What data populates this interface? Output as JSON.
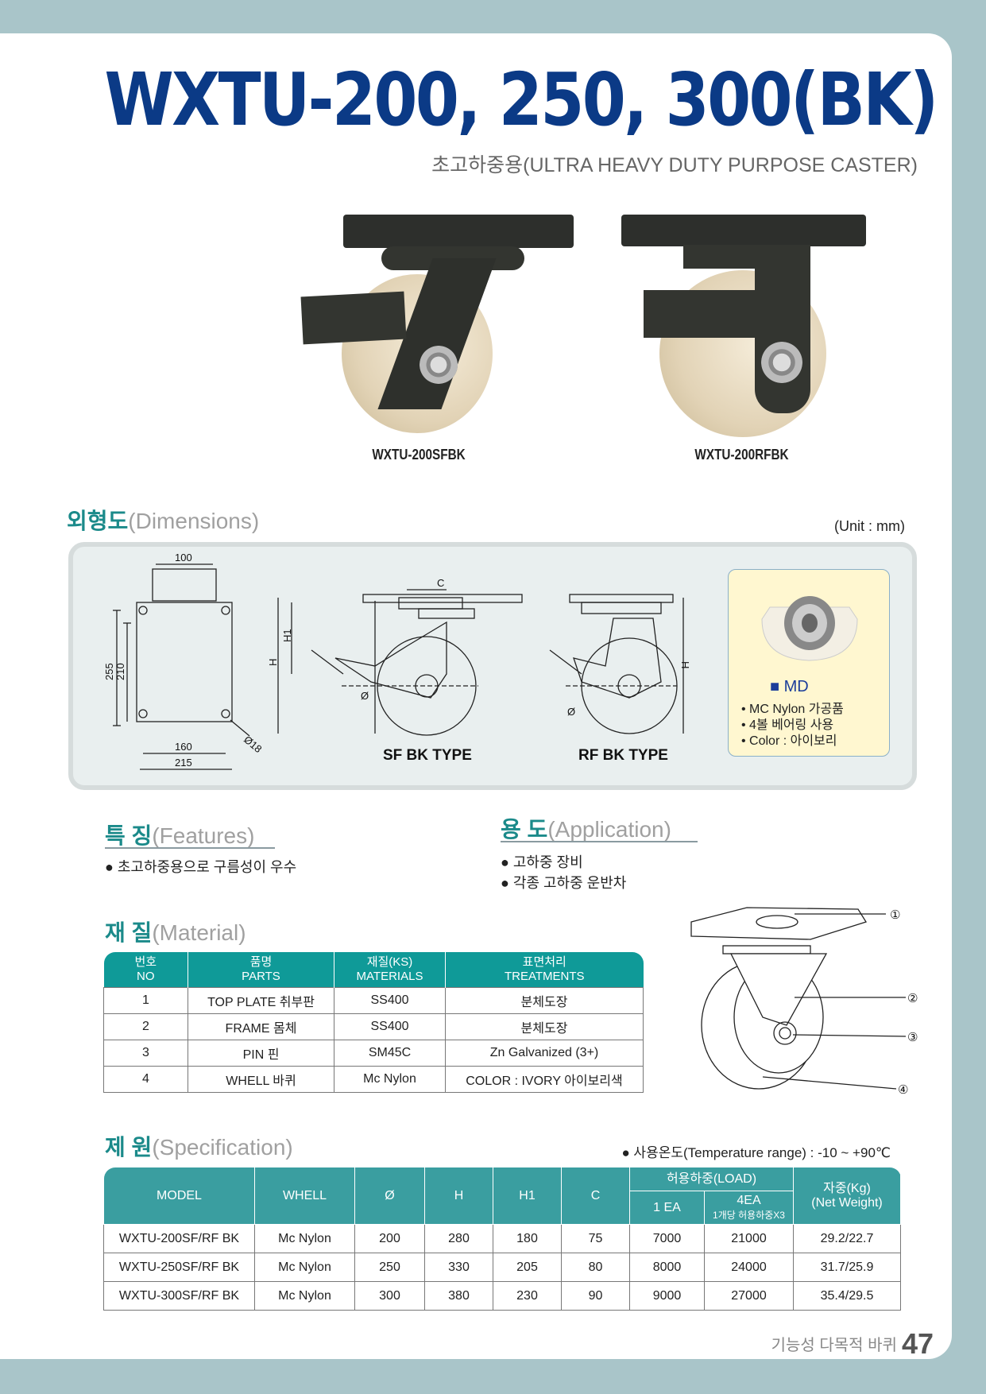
{
  "header": {
    "title": "WXTU-200, 250, 300(BK)",
    "subtitle": "초고하중용(ULTRA HEAVY DUTY PURPOSE CASTER)"
  },
  "photos": {
    "left_caption": "WXTU-200SFBK",
    "right_caption": "WXTU-200RFBK"
  },
  "dimensions": {
    "heading_ko": "외형도",
    "heading_en": "(Dimensions)",
    "unit": "(Unit : mm)",
    "plan_labels": {
      "top": "100",
      "h_outer": "255",
      "h_inner": "210",
      "w_inner": "160",
      "w_outer": "215",
      "hole": "Ø18"
    },
    "sf_labels": {
      "c": "C",
      "h1": "H1",
      "h": "H",
      "dia": "Ø",
      "type": "SF BK TYPE"
    },
    "rf_labels": {
      "h": "H",
      "dia": "Ø",
      "type": "RF BK TYPE"
    },
    "md": {
      "title": "■ MD",
      "items": [
        "• MC Nylon 가공품",
        "• 4볼 베어링 사용",
        "• Color : 아이보리"
      ]
    }
  },
  "features": {
    "heading_ko": "특 징",
    "heading_en": "(Features)",
    "items": [
      "● 초고하중용으로 구름성이 우수"
    ]
  },
  "application": {
    "heading_ko": "용 도",
    "heading_en": "(Application)",
    "items": [
      "● 고하중 장비",
      "● 각종 고하중 운반차"
    ]
  },
  "material": {
    "heading_ko": "재 질",
    "heading_en": "(Material)",
    "headers": [
      [
        "번호",
        "NO"
      ],
      [
        "품명",
        "PARTS"
      ],
      [
        "재질(KS)",
        "MATERIALS"
      ],
      [
        "표면처리",
        "TREATMENTS"
      ]
    ],
    "rows": [
      [
        "1",
        "TOP PLATE 취부판",
        "SS400",
        "분체도장"
      ],
      [
        "2",
        "FRAME 몸체",
        "SS400",
        "분체도장"
      ],
      [
        "3",
        "PIN 핀",
        "SM45C",
        "Zn Galvanized (3+)"
      ],
      [
        "4",
        "WHELL 바퀴",
        "Mc Nylon",
        "COLOR :  IVORY 아이보리색"
      ]
    ],
    "callouts": [
      "①",
      "②",
      "③",
      "④"
    ]
  },
  "spec": {
    "heading_ko": "제 원",
    "heading_en": "(Specification)",
    "temp": "● 사용온도(Temperature range) : -10 ~ +90℃",
    "headers": {
      "model": "MODEL",
      "whell": "WHELL",
      "dia": "Ø",
      "h": "H",
      "h1": "H1",
      "c": "C",
      "load": "허용하중(LOAD)",
      "ea1": "1 EA",
      "ea4": "4EA",
      "ea4_sub": "1개당 허용하중X3",
      "weight": "자중(Kg)",
      "weight_en": "(Net Weight)"
    },
    "rows": [
      [
        "WXTU-200SF/RF BK",
        "Mc Nylon",
        "200",
        "280",
        "180",
        "75",
        "7000",
        "21000",
        "29.2/22.7"
      ],
      [
        "WXTU-250SF/RF BK",
        "Mc Nylon",
        "250",
        "330",
        "205",
        "80",
        "8000",
        "24000",
        "31.7/25.9"
      ],
      [
        "WXTU-300SF/RF BK",
        "Mc Nylon",
        "300",
        "380",
        "230",
        "90",
        "9000",
        "27000",
        "35.4/29.5"
      ]
    ]
  },
  "footer": {
    "text": "기능성 다목적 바퀴",
    "page": "47"
  }
}
